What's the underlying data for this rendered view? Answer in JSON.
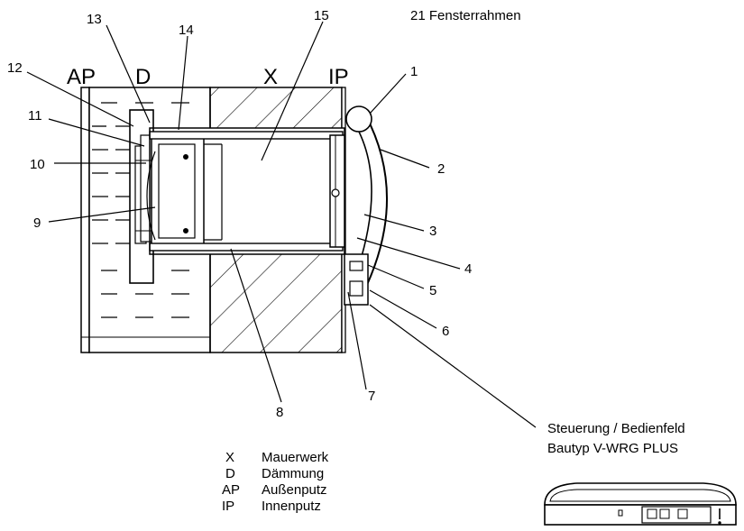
{
  "header_note": "21 Fensterrahmen",
  "zone_labels": {
    "outer_plaster": "AP",
    "insulation": "D",
    "masonry": "X",
    "inner_plaster": "IP"
  },
  "callouts": [
    "1",
    "2",
    "3",
    "4",
    "5",
    "6",
    "7",
    "8",
    "9",
    "10",
    "11",
    "12",
    "13",
    "14",
    "15"
  ],
  "control_caption": {
    "line1": "Steuerung / Bedienfeld",
    "line2": "Bautyp V-WRG PLUS"
  },
  "legend": [
    {
      "code": "X",
      "text": "Mauerwerk"
    },
    {
      "code": "D",
      "text": "Dämmung"
    },
    {
      "code": "AP",
      "text": "Außenputz"
    },
    {
      "code": "IP",
      "text": "Innenputz"
    }
  ]
}
